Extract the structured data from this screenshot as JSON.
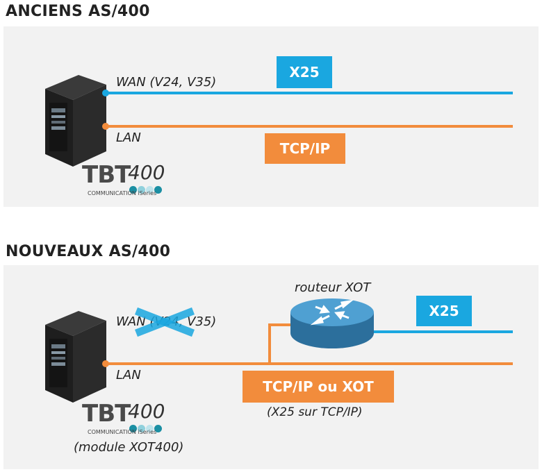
{
  "sections": {
    "old": {
      "heading": "ANCIENS AS/400",
      "wan_label": "WAN (V24, V35)",
      "lan_label": "LAN",
      "x25_badge": "X25",
      "tcpip_badge": "TCP/IP"
    },
    "new": {
      "heading": "NOUVEAUX AS/400",
      "wan_label": "WAN (V24, V35)",
      "lan_label": "LAN",
      "router_label": "routeur XOT",
      "x25_badge": "X25",
      "tcpip_badge": "TCP/IP ou XOT",
      "tcpip_sub": "(X25 sur TCP/IP)",
      "module_label": "(module XOT400)"
    }
  },
  "logo": {
    "brand": "TBT",
    "number": "400",
    "tagline": "COMMUNICATION iSeries"
  },
  "colors": {
    "wan_blue": "#1aa7e0",
    "lan_orange": "#f28c3c",
    "panel_bg": "#f2f2f2",
    "router_blue": "#2f7fb0"
  }
}
